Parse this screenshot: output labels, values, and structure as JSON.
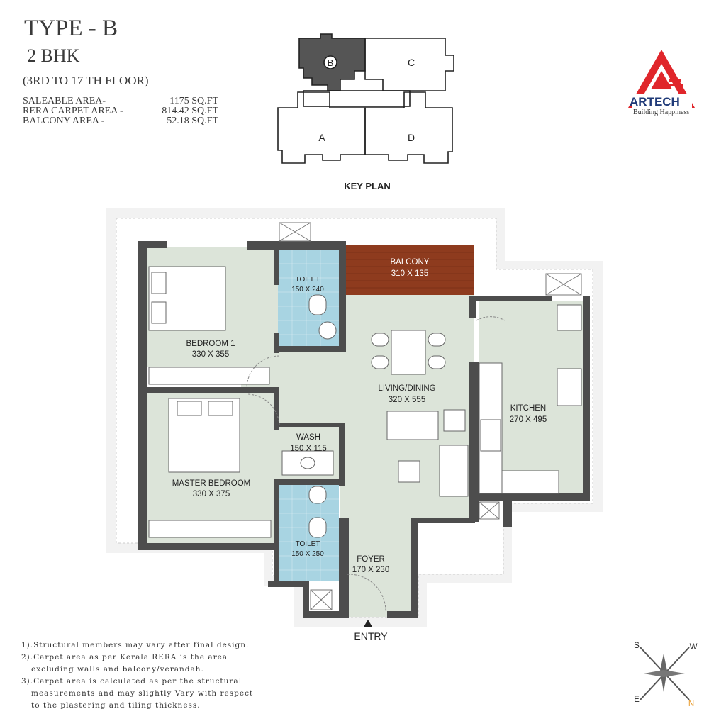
{
  "header": {
    "type": "TYPE - B",
    "bhk": "2 BHK",
    "floors": "(3RD TO 17 TH FLOOR)",
    "areas": [
      {
        "label": "SALEABLE AREA-",
        "value": "1175 SQ.FT"
      },
      {
        "label": "RERA CARPET AREA -",
        "value": "814.42 SQ.FT"
      },
      {
        "label": "BALCONY AREA -",
        "value": "52.18 SQ.FT"
      }
    ]
  },
  "key_plan": {
    "title": "KEY PLAN",
    "units": [
      "B",
      "C",
      "A",
      "D"
    ],
    "highlighted": "B"
  },
  "logo": {
    "name": "ARTECH",
    "tagline": "Building Happiness",
    "color": "#e0262b"
  },
  "rooms": {
    "bedroom1": {
      "name": "BEDROOM 1",
      "size": "330 X 355"
    },
    "master": {
      "name": "MASTER BEDROOM",
      "size": "330 X 375"
    },
    "toilet1": {
      "name": "TOILET",
      "size": "150 X 240"
    },
    "toilet2": {
      "name": "TOILET",
      "size": "150 X 250"
    },
    "balcony": {
      "name": "BALCONY",
      "size": "310 X 135"
    },
    "living": {
      "name": "LIVING/DINING",
      "size": "320 X 555"
    },
    "kitchen": {
      "name": "KITCHEN",
      "size": "270 X 495"
    },
    "wash": {
      "name": "WASH",
      "size": "150 X 115"
    },
    "foyer": {
      "name": "FOYER",
      "size": "170 X 230"
    }
  },
  "entry_label": "ENTRY",
  "colors": {
    "wall": "#4d4d4d",
    "floor": "#dce4d9",
    "toilet": "#a8d4e2",
    "balcony": "#8e3b1e"
  },
  "notes": [
    "1).Structural members may vary after final design.",
    "2).Carpet area as per Kerala RERA is the area",
    "excluding walls and balcony/verandah.",
    "3).Carpet area is calculated as per the structural",
    "measurements and may slightly Vary with respect",
    "to the plastering and tiling thickness."
  ],
  "compass": {
    "s": "S",
    "w": "W",
    "e": "E",
    "n": "N"
  }
}
